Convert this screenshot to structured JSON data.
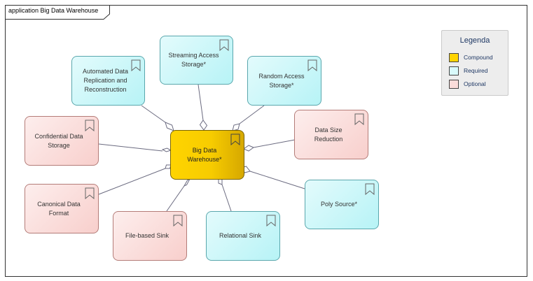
{
  "diagram": {
    "title": "application Big Data Warehouse"
  },
  "nodes": {
    "center": {
      "label": "Big Data Warehouse*",
      "kind": "compound"
    },
    "streaming": {
      "label": "Streaming Access Storage*",
      "kind": "required"
    },
    "replication": {
      "label": "Automated Data Replication and Reconstruction",
      "kind": "required"
    },
    "random": {
      "label": "Random Access Storage*",
      "kind": "required"
    },
    "confidential": {
      "label": "Confidential Data Storage",
      "kind": "optional"
    },
    "reduction": {
      "label": "Data Size Reduction",
      "kind": "optional"
    },
    "canonical": {
      "label": "Canonical Data Format",
      "kind": "optional"
    },
    "polysource": {
      "label": "Poly Source*",
      "kind": "required"
    },
    "filesink": {
      "label": "File-based Sink",
      "kind": "optional"
    },
    "relsink": {
      "label": "Relational Sink",
      "kind": "required"
    }
  },
  "legend": {
    "title": "Legenda",
    "items": [
      {
        "label": "Compound",
        "color": "#FFD400"
      },
      {
        "label": "Required",
        "color": "#D9FAFB"
      },
      {
        "label": "Optional",
        "color": "#FBDCDA"
      }
    ]
  },
  "colors": {
    "compound": "#FFD400",
    "required": "#B7F3F6",
    "optional": "#F8CFCC",
    "connector": "#6b6b80"
  }
}
